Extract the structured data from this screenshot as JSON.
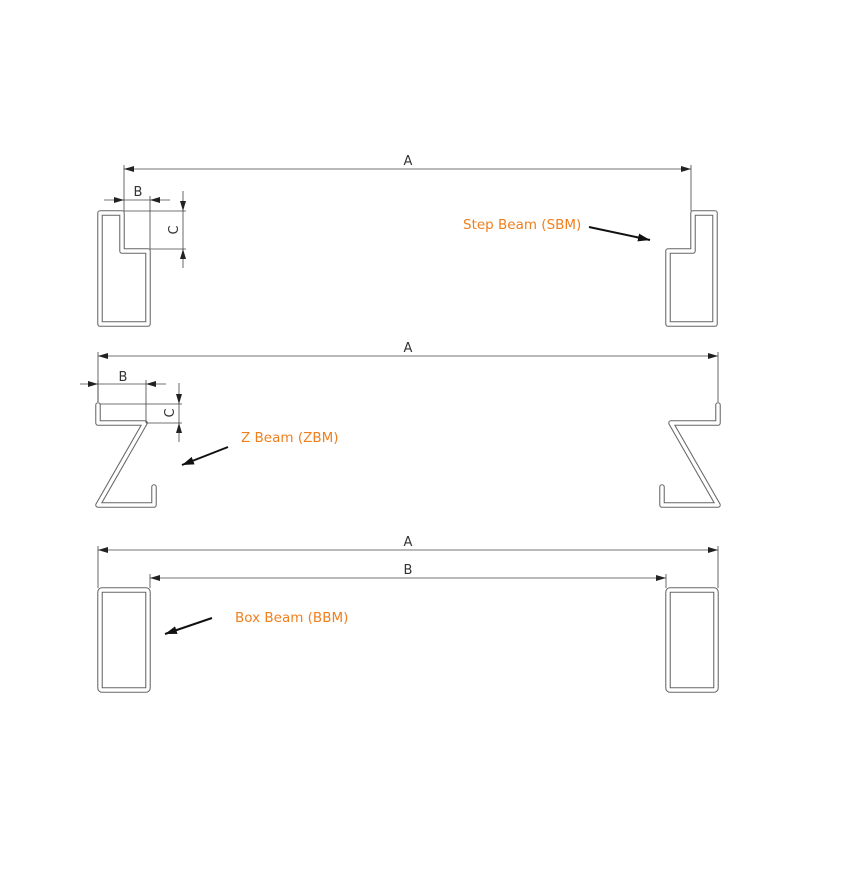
{
  "colors": {
    "label": "#f07f1e",
    "line": "#444444"
  },
  "step_beam": {
    "name": "Step Beam (SBM)",
    "dim_a": "A",
    "dim_b": "B",
    "dim_c": "C"
  },
  "z_beam": {
    "name": "Z Beam (ZBM)",
    "dim_a": "A",
    "dim_b": "B",
    "dim_c": "C"
  },
  "box_beam": {
    "name": "Box Beam (BBM)",
    "dim_a": "A",
    "dim_b": "B"
  }
}
